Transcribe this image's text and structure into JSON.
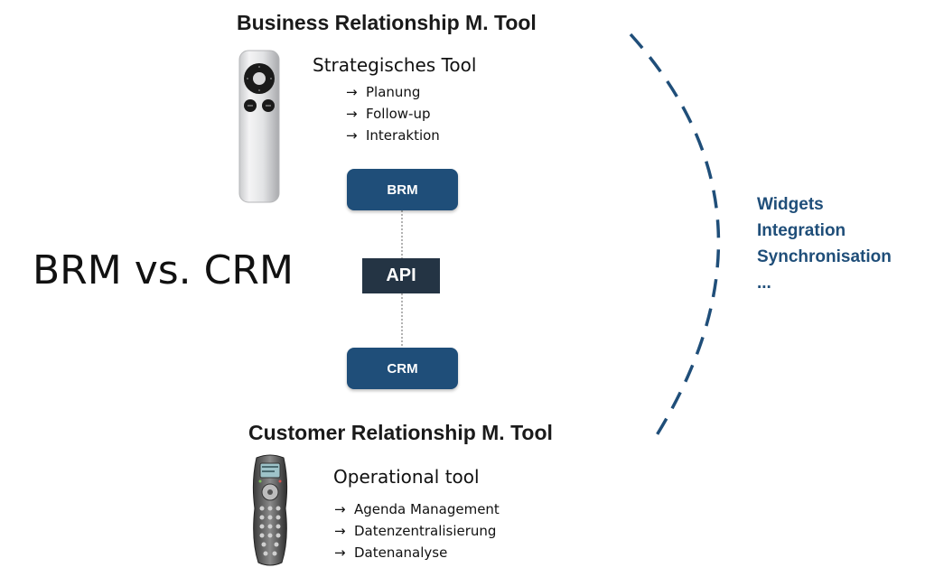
{
  "brm_section": {
    "title": "Business Relationship M. Tool",
    "subtitle": "Strategisches Tool",
    "items": [
      {
        "arrow": "→",
        "label": "Planung"
      },
      {
        "arrow": "→",
        "label": "Follow-up"
      },
      {
        "arrow": "→",
        "label": "Interaktion"
      }
    ],
    "remote_icon": "apple-remote-icon"
  },
  "crm_section": {
    "title": "Customer Relationship M. Tool",
    "subtitle": "Operational tool",
    "items": [
      {
        "arrow": "→",
        "label": "Agenda Management"
      },
      {
        "arrow": "→",
        "label": "Datenzentralisierung"
      },
      {
        "arrow": "→",
        "label": "Datenanalyse"
      }
    ],
    "remote_icon": "universal-remote-icon"
  },
  "main_title": "BRM vs. CRM",
  "boxes": {
    "brm": "BRM",
    "api": "API",
    "crm": "CRM"
  },
  "right_features": [
    "Widgets",
    "Integration",
    "Synchronisation",
    "..."
  ],
  "colors": {
    "box_blue": "#1f4e79",
    "api_dark": "#243444",
    "accent_text": "#1f4e79",
    "curve": "#1f4e79"
  }
}
